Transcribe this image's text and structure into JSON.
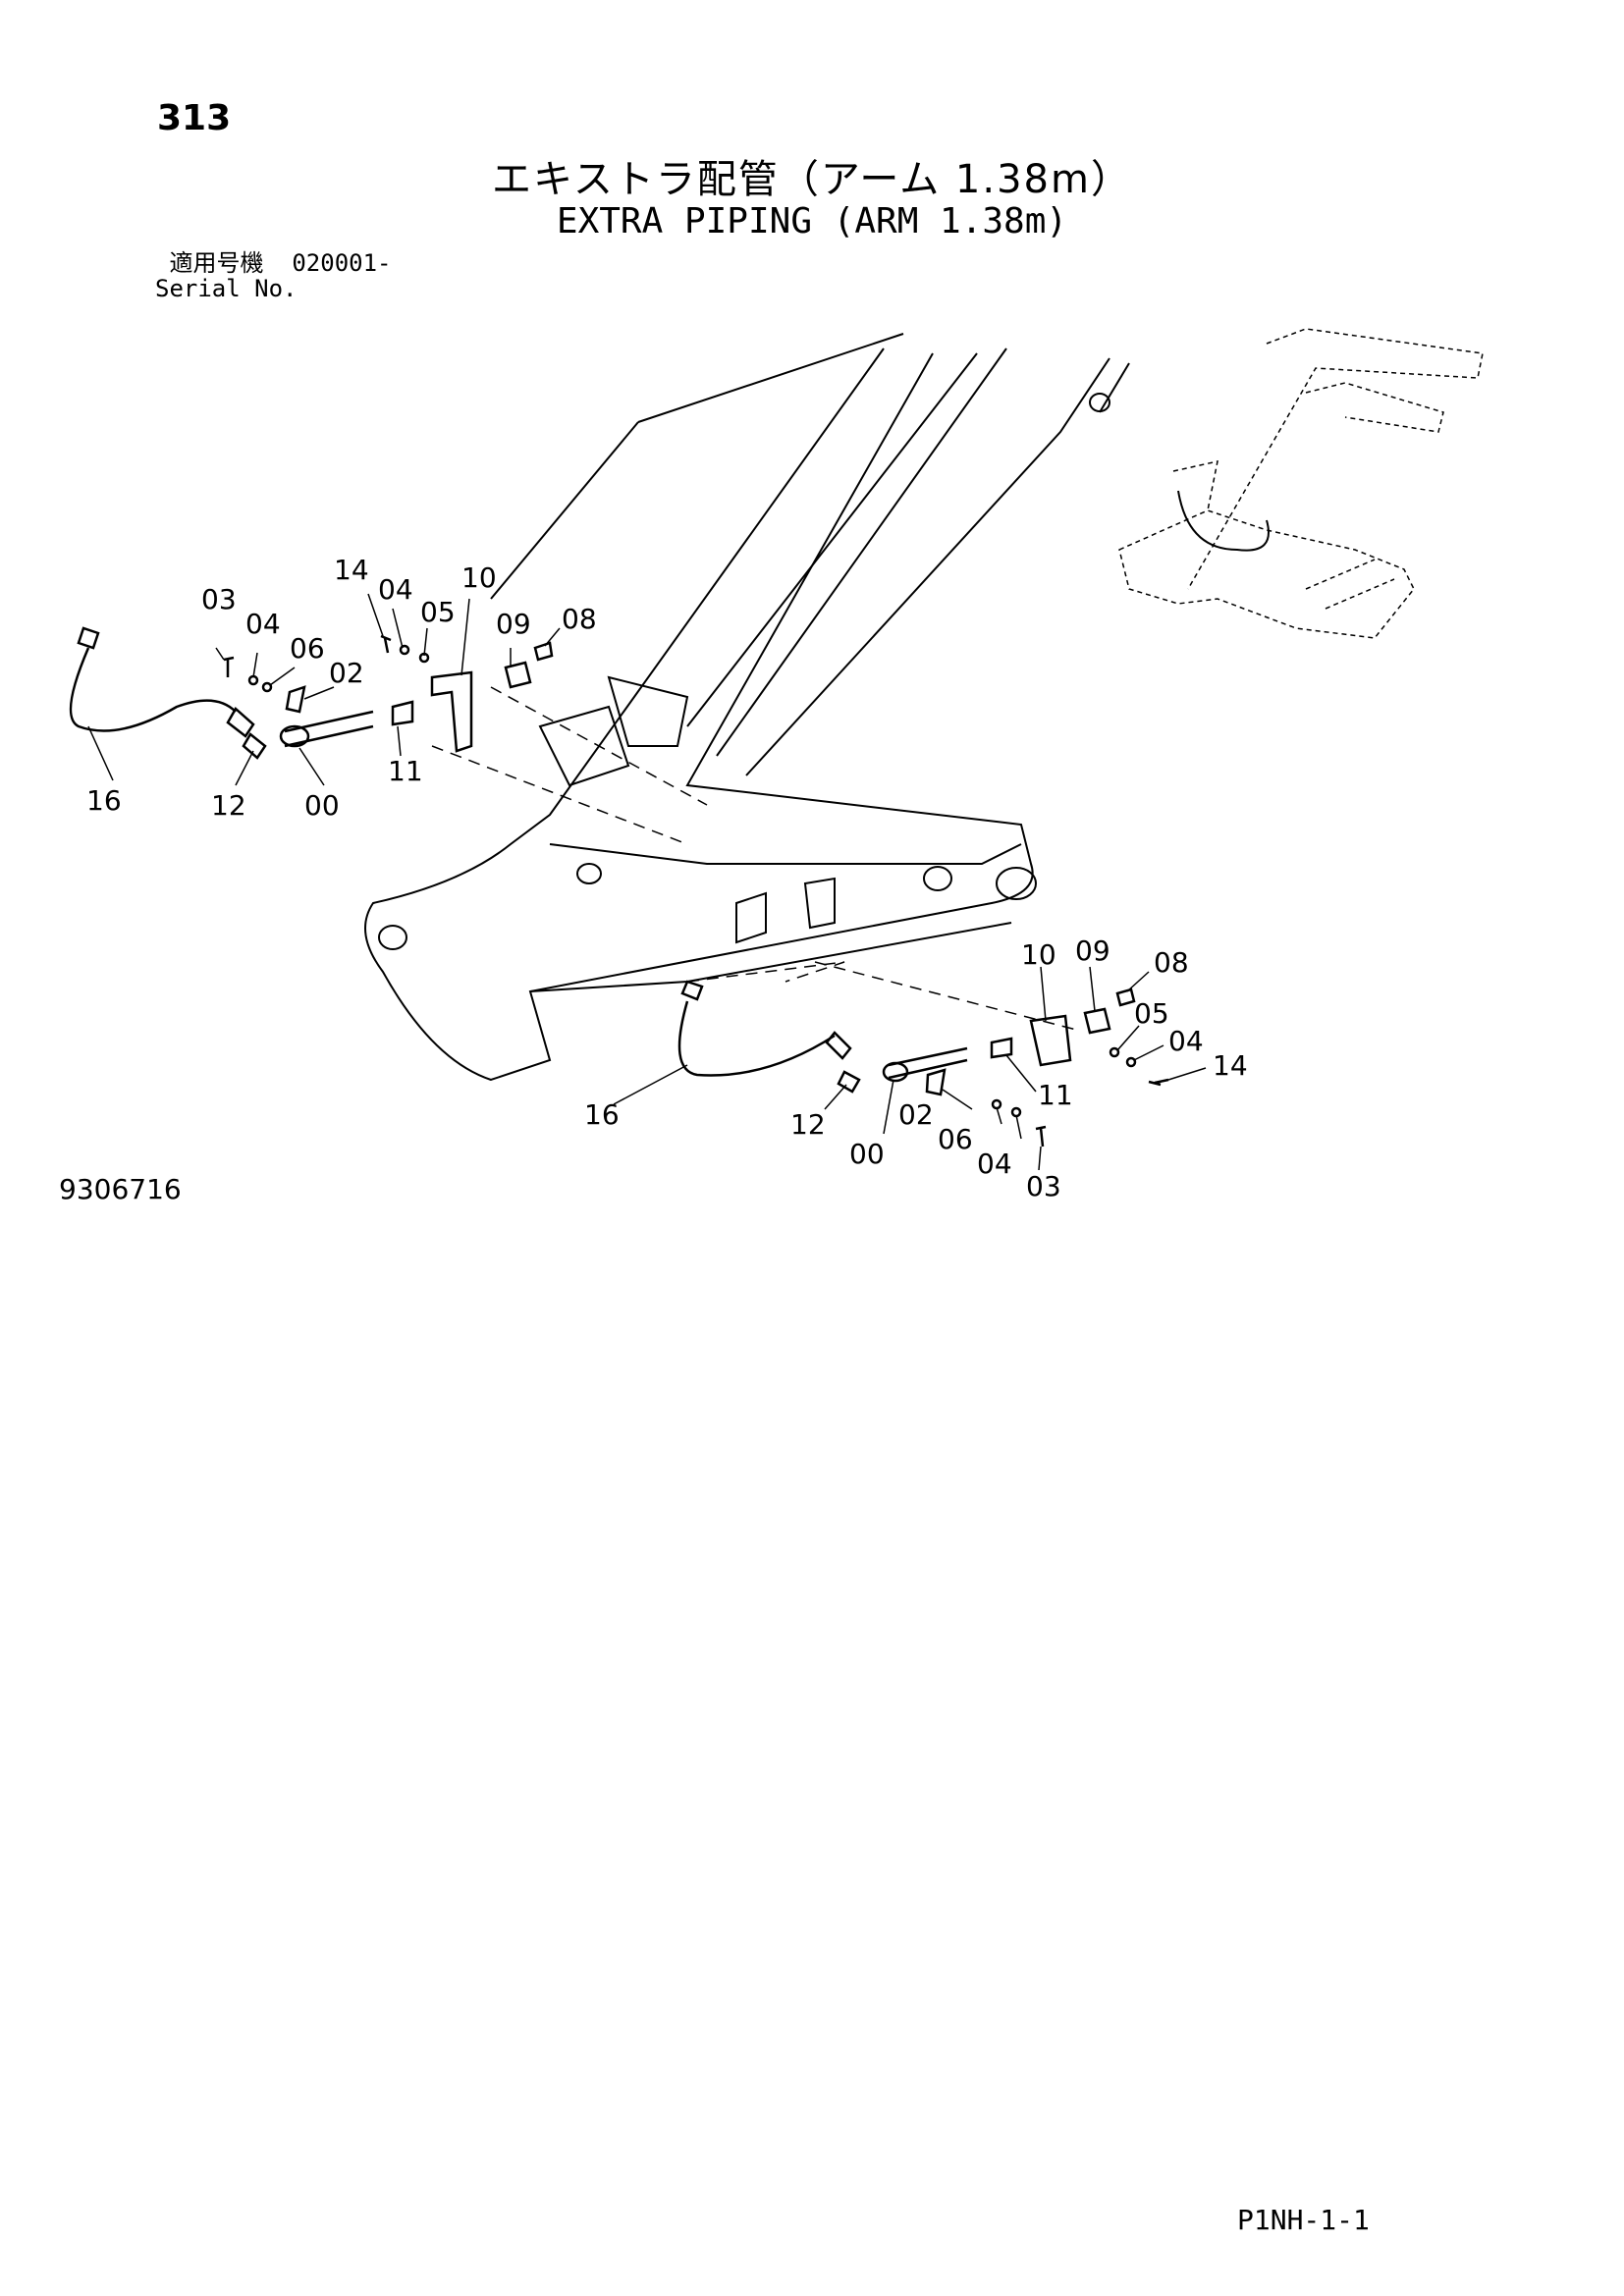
{
  "page_number": "313",
  "title_jp": "エキストラ配管（アーム 1.38m）",
  "title_en": "EXTRA PIPING (ARM 1.38m)",
  "serial": {
    "label_jp": "適用号機",
    "value": "020001-",
    "label_en": "Serial No."
  },
  "callouts_left": [
    {
      "id": "03",
      "text": "03"
    },
    {
      "id": "04a",
      "text": "04"
    },
    {
      "id": "06",
      "text": "06"
    },
    {
      "id": "02",
      "text": "02"
    },
    {
      "id": "14",
      "text": "14"
    },
    {
      "id": "04b",
      "text": "04"
    },
    {
      "id": "05",
      "text": "05"
    },
    {
      "id": "10",
      "text": "10"
    },
    {
      "id": "09",
      "text": "09"
    },
    {
      "id": "08",
      "text": "08"
    },
    {
      "id": "11",
      "text": "11"
    },
    {
      "id": "00",
      "text": "00"
    },
    {
      "id": "12",
      "text": "12"
    },
    {
      "id": "16",
      "text": "16"
    }
  ],
  "callouts_right": [
    {
      "id": "10",
      "text": "10"
    },
    {
      "id": "09",
      "text": "09"
    },
    {
      "id": "08",
      "text": "08"
    },
    {
      "id": "05",
      "text": "05"
    },
    {
      "id": "04a",
      "text": "04"
    },
    {
      "id": "14",
      "text": "14"
    },
    {
      "id": "11",
      "text": "11"
    },
    {
      "id": "02",
      "text": "02"
    },
    {
      "id": "06",
      "text": "06"
    },
    {
      "id": "04b",
      "text": "04"
    },
    {
      "id": "03",
      "text": "03"
    },
    {
      "id": "00",
      "text": "00"
    },
    {
      "id": "12",
      "text": "12"
    },
    {
      "id": "16",
      "text": "16"
    }
  ],
  "drawing_number": "9306716",
  "page_code": "P1NH-1-1"
}
